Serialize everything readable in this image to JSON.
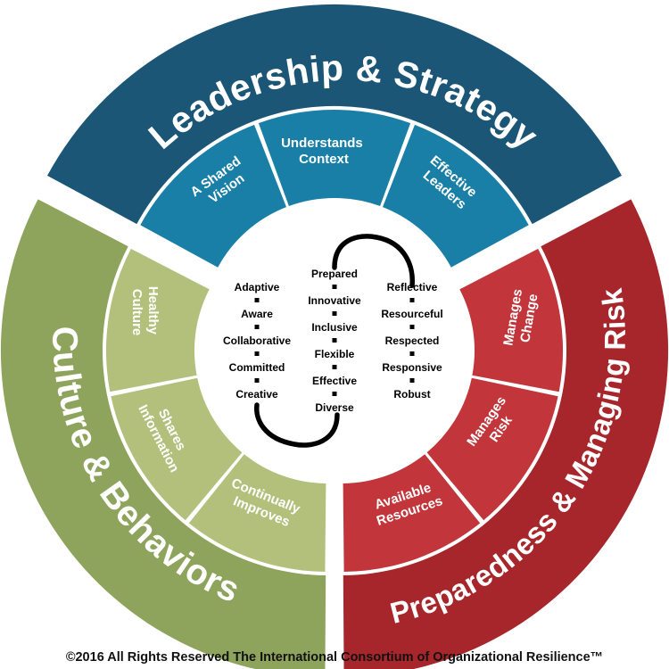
{
  "colors": {
    "leadership_outer": "#1b5676",
    "leadership_inner": "#1a7fa6",
    "culture_outer": "#8ea35b",
    "culture_inner": "#b2c07c",
    "risk_outer": "#a7262b",
    "risk_inner": "#c2363b",
    "center": "#ffffff",
    "separator": "#ffffff"
  },
  "sections": [
    {
      "id": "leadership",
      "title": "Leadership & Strategy",
      "items": [
        {
          "lines": [
            "A Shared",
            "Vision"
          ]
        },
        {
          "lines": [
            "Understands",
            "Context"
          ]
        },
        {
          "lines": [
            "Effective",
            "Leaders"
          ]
        }
      ]
    },
    {
      "id": "risk",
      "title": "Preparedness & Managing Risk",
      "items": [
        {
          "lines": [
            "Manages",
            "Change"
          ]
        },
        {
          "lines": [
            "Manages",
            "Risk"
          ]
        },
        {
          "lines": [
            "Available",
            "Resources"
          ]
        }
      ]
    },
    {
      "id": "culture",
      "title": "Culture & Behaviors",
      "items": [
        {
          "lines": [
            "Healthy",
            "Culture"
          ]
        },
        {
          "lines": [
            "Shares",
            "Information"
          ]
        },
        {
          "lines": [
            "Continually",
            "Improves"
          ]
        }
      ]
    }
  ],
  "center": {
    "left_column": [
      "Adaptive",
      "Aware",
      "Collaborative",
      "Committed",
      "Creative"
    ],
    "middle_column": [
      "Prepared",
      "Innovative",
      "Inclusive",
      "Flexible",
      "Effective",
      "Diverse"
    ],
    "right_column": [
      "Reflective",
      "Resourceful",
      "Respected",
      "Responsive",
      "Robust"
    ]
  },
  "copyright": "©2016 All Rights Reserved The International Consortium of Organizational Resilience™"
}
